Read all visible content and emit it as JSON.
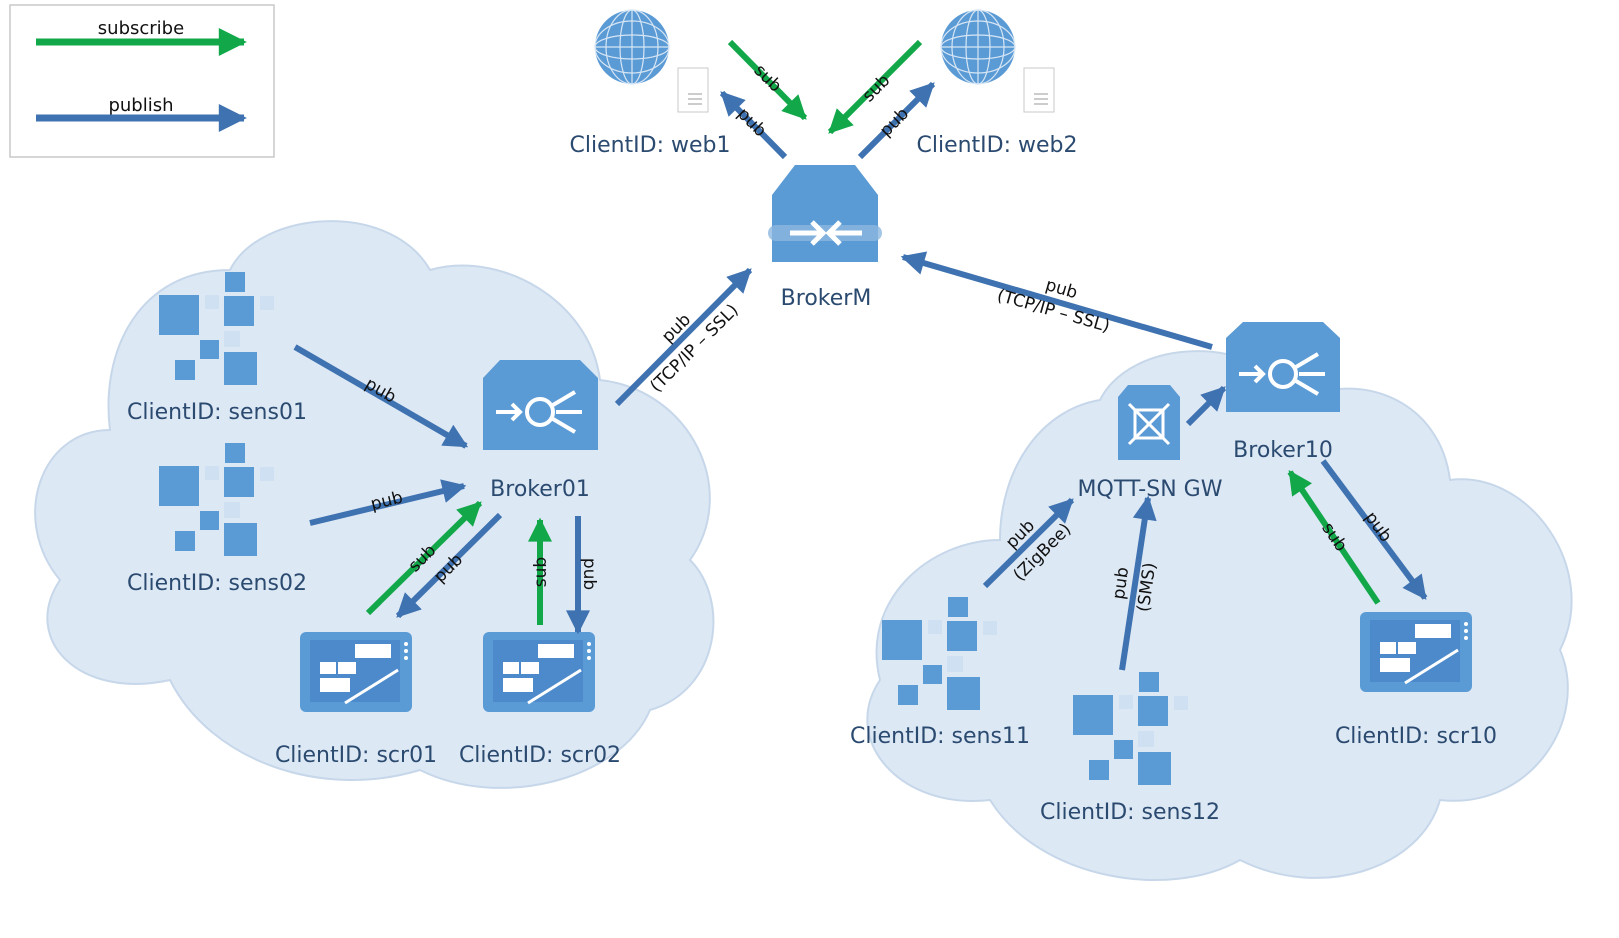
{
  "colors": {
    "subscribe": "#12a84a",
    "publish": "#3f72b0",
    "node": "#5b9bd5",
    "node_light": "#cfe0f3",
    "cloud_fill": "#dde8f5",
    "cloud_stroke": "#c7d7ea"
  },
  "legend": {
    "subscribe": "subscribe",
    "publish": "publish"
  },
  "nodes": {
    "web1": "ClientID: web1",
    "web2": "ClientID: web2",
    "brokerM": "BrokerM",
    "broker01": "Broker01",
    "broker10": "Broker10",
    "gateway": "MQTT-SN GW",
    "sens01": "ClientID: sens01",
    "sens02": "ClientID: sens02",
    "scr01": "ClientID: scr01",
    "scr02": "ClientID: scr02",
    "sens11": "ClientID: sens11",
    "sens12": "ClientID: sens12",
    "scr10": "ClientID: scr10"
  },
  "edges": {
    "pub": "pub",
    "sub": "sub",
    "tcp_ssl": "(TCP/IP – SSL)",
    "zigbee": "(ZigBee)",
    "sms": "(SMS)"
  }
}
